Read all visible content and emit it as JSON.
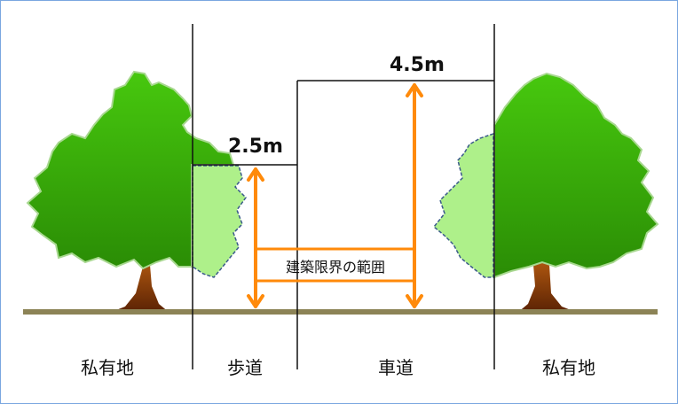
{
  "diagram": {
    "type": "road cross-section showing clearance limits",
    "dimensions": {
      "sidewalk_height": "2.5m",
      "roadway_height": "4.5m"
    },
    "range_label": "建築限界の範囲",
    "zones": [
      {
        "label": "私有地"
      },
      {
        "label": "歩道"
      },
      {
        "label": "車道"
      },
      {
        "label": "私有地"
      }
    ],
    "colors": {
      "tree_crown": "#3aaa0a",
      "trimmed_branches": "#aef08a",
      "trunk": "#8a3a06",
      "ground": "#8c8356",
      "arrow": "#ff8a0a",
      "lines": "#111111"
    }
  }
}
